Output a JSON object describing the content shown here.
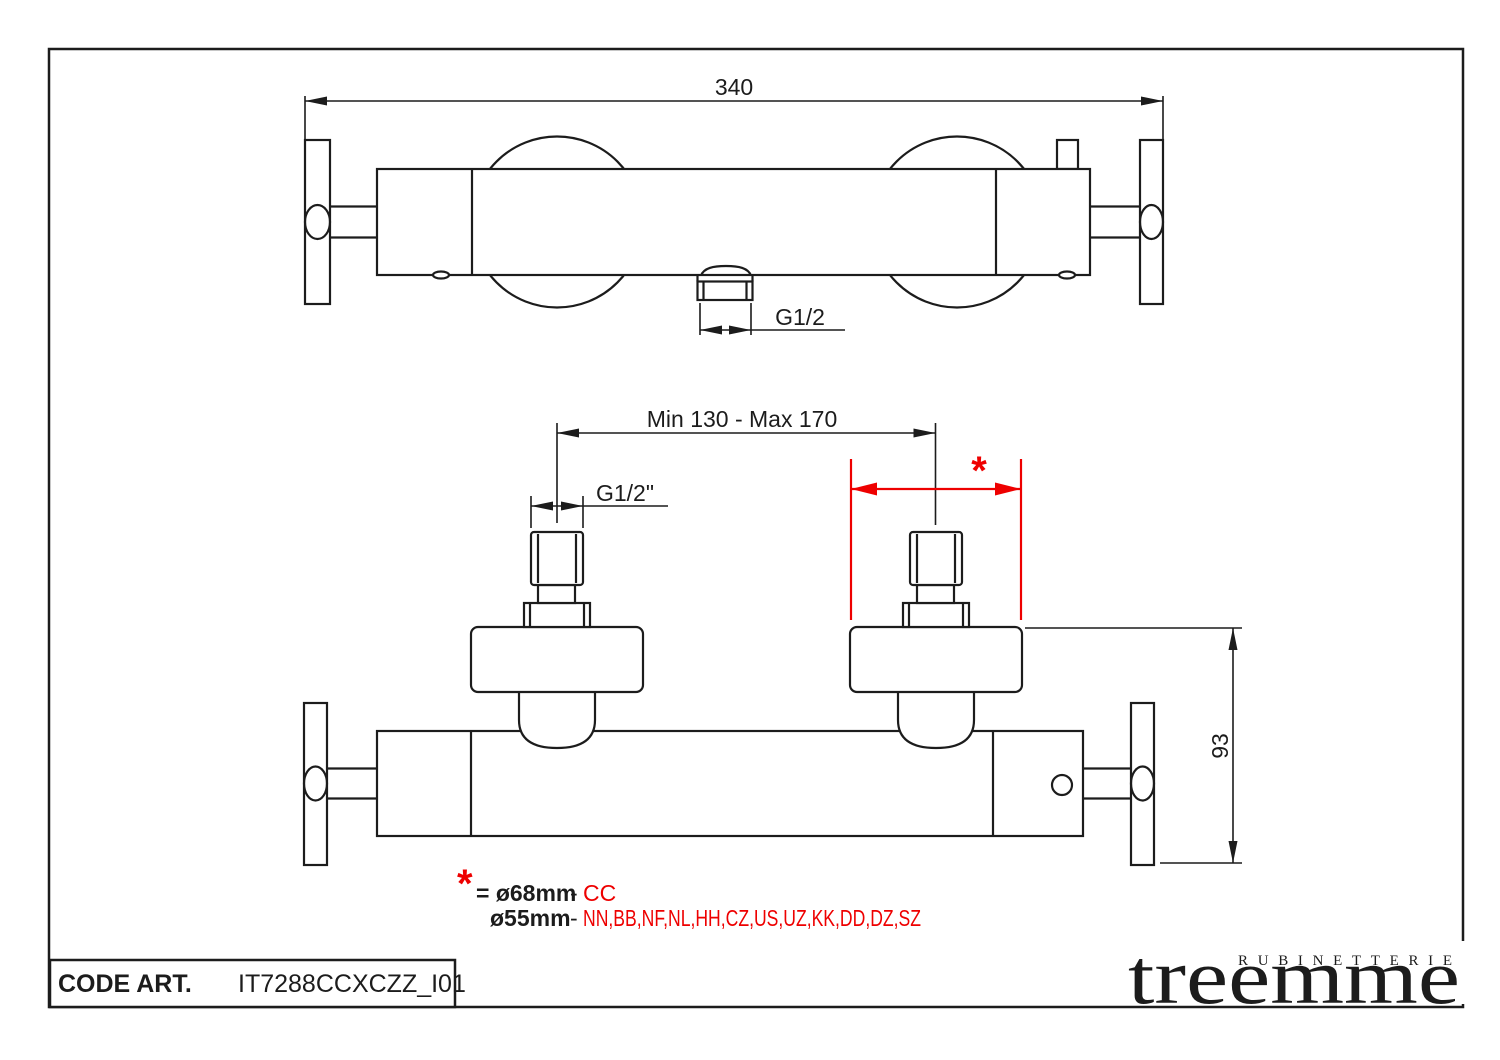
{
  "colors": {
    "ink": "#1c1c1c",
    "accent_red": "#ee0000",
    "paper": "#ffffff"
  },
  "top_view": {
    "dim_overall_width": "340",
    "dim_outlet_thread": "G1/2"
  },
  "front_view": {
    "dim_inlet_spacing": "Min 130 - Max 170",
    "dim_inlet_thread": "G1/2\"",
    "asterisk_marker": "*",
    "dim_height": "93"
  },
  "legend": {
    "asterisk_marker": "*",
    "row1_label": "= ø68mm",
    "row1_dash": "-",
    "row1_finishes": "CC",
    "row2_label": "ø55mm",
    "row2_dash": "-",
    "row2_finishes": "NN,BB,NF,NL,HH,CZ,US,UZ,KK,DD,DZ,SZ"
  },
  "title_block": {
    "label": "CODE ART.",
    "value": "IT7288CCXCZZ_I01"
  },
  "logo": {
    "tagline": "RUBINETTERIE",
    "brand": "treemme"
  }
}
